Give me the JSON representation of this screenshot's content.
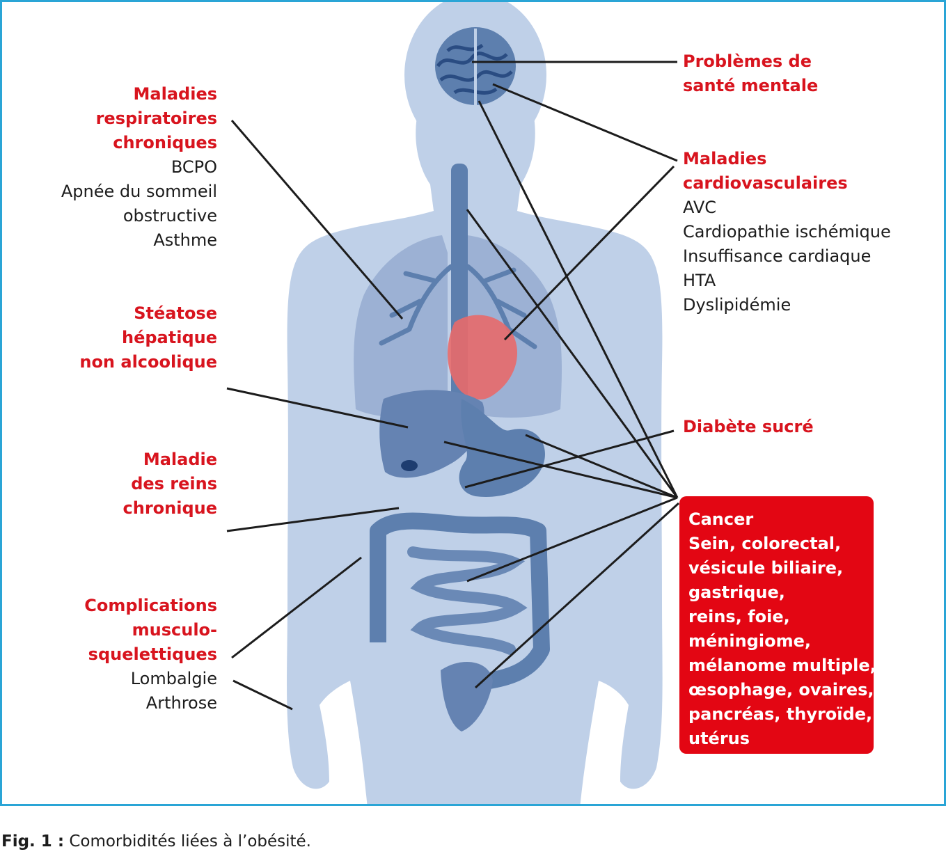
{
  "labels": {
    "mental": {
      "title": [
        "Problèmes de",
        "santé mentale"
      ]
    },
    "cardio": {
      "title": [
        "Maladies",
        "cardiovasculaires"
      ],
      "items": [
        "AVC",
        "Cardiopathie ischémique",
        "Insuffisance cardiaque",
        "HTA",
        "Dyslipidémie"
      ]
    },
    "diabete": {
      "title": [
        "Diabète sucré"
      ]
    },
    "respi": {
      "title": [
        "Maladies",
        "respiratoires",
        "chroniques"
      ],
      "items": [
        "BCPO",
        "Apnée du sommeil",
        "obstructive",
        "Asthme"
      ]
    },
    "steatose": {
      "title": [
        "Stéatose",
        "hépatique",
        "non alcoolique"
      ]
    },
    "reins": {
      "title": [
        "Maladie",
        "des reins",
        "chronique"
      ]
    },
    "musculo": {
      "title": [
        "Complications",
        "musculo-",
        "squelettiques"
      ],
      "items": [
        "Lombalgie",
        "Arthrose"
      ]
    },
    "cancer": {
      "title": "Cancer",
      "items": [
        "Sein, colorectal,",
        "vésicule biliaire,",
        "gastrique,",
        "reins, foie,",
        "méningiome,",
        "mélanome multiple,",
        "œsophage, ovaires,",
        "pancréas, thyroïde,",
        "utérus"
      ]
    }
  },
  "caption": {
    "prefix": "Fig. 1 :",
    "text": " Comorbidités liées à l’obésité."
  },
  "colors": {
    "accent_red": "#d8141e",
    "cancer_box": "#e30613",
    "body_fill": "#bfd0e8",
    "organ_fill": "#5d7fae",
    "frame": "#2aa5d6",
    "heart": "#e86a6a"
  }
}
